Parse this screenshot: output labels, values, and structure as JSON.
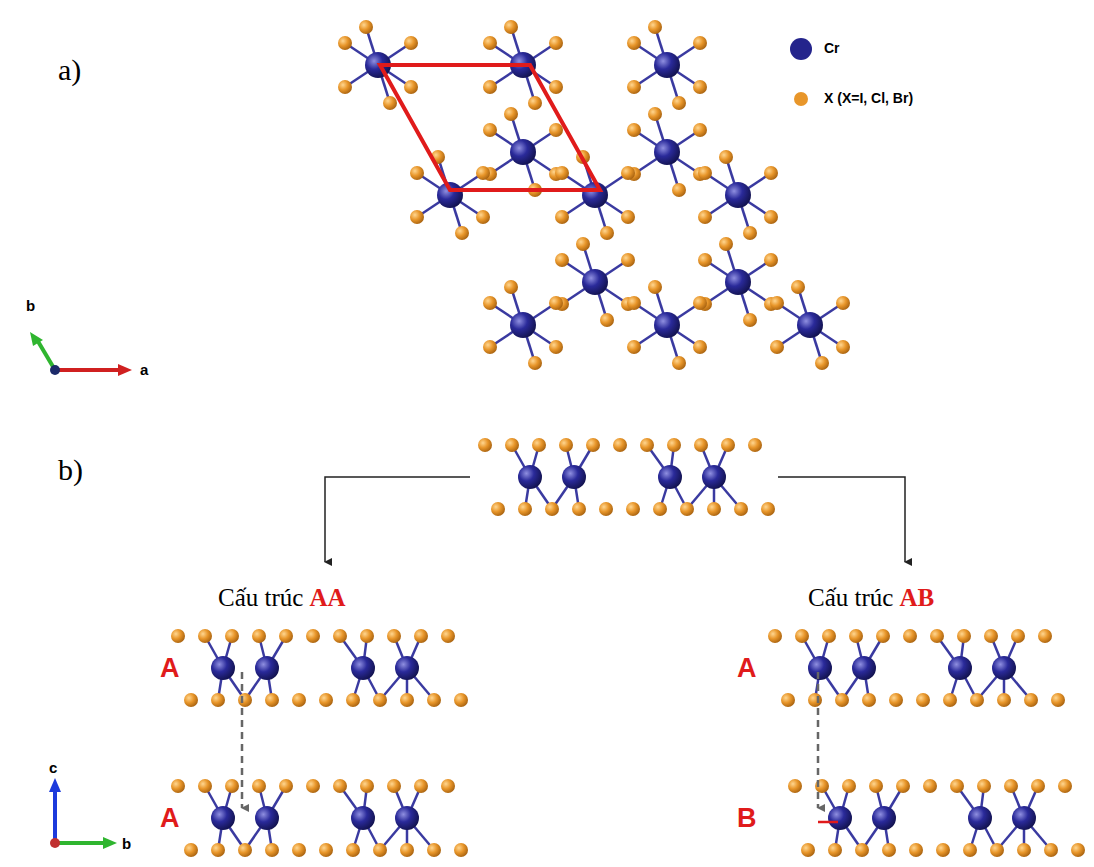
{
  "diagram": {
    "labels": [
      "a)",
      "b)",
      "b",
      "a",
      "Cấu trúc",
      "AA",
      "Cấu trúc",
      "AB",
      "A",
      "A",
      "A",
      "B",
      "c",
      "b"
    ],
    "legend": [
      {
        "text": "Cr",
        "color": "#24248c"
      },
      {
        "text": "X (X=I, Cl, Br)",
        "color": "#e8962a"
      }
    ]
  }
}
